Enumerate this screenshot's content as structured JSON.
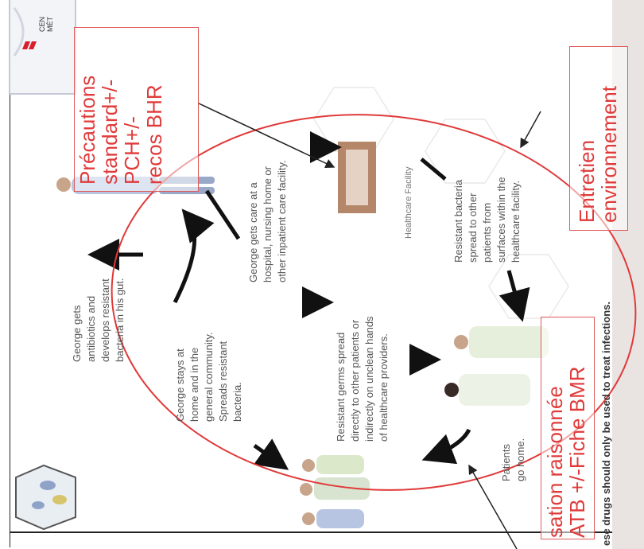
{
  "logo": {
    "line1": "CEN",
    "line2": "MÉT"
  },
  "diagram": {
    "george_antibiotics": [
      "George gets",
      "antibiotics and",
      "develops resistant",
      "bacteria in his gut."
    ],
    "george_care": [
      "George gets care at a",
      "hospital, nursing home or",
      "other inpatient care facility."
    ],
    "george_home": [
      "George stays at",
      "home and in the",
      "general community.",
      "Spreads resistant",
      "bacteria."
    ],
    "germs_spread": [
      "Resistant germs spread",
      "directly to other patients or",
      "indirectly on unclean hands",
      "of healthcare providers."
    ],
    "bacteria_surfaces": [
      "Resistant bacteria",
      "spread to other",
      "patients from",
      "surfaces within the",
      "healthcare facility."
    ],
    "facility_label": "Healthcare Facility",
    "patients_home": [
      "Patients",
      "go home."
    ]
  },
  "bottom_note": "ese drugs should only be used to treat infections.",
  "annotations": {
    "precautions": [
      "Précautions",
      "standard+/-",
      "PCH+/-",
      "recos BHR"
    ],
    "entretien": [
      "Entretien",
      "environnement"
    ],
    "atb": [
      "sation raisonnée",
      "ATB +/-Fiche BMR"
    ]
  },
  "colors": {
    "annotation_red": "#e03a3a",
    "facility_brown": "#b5876a",
    "strip": "#e9e4e1"
  }
}
